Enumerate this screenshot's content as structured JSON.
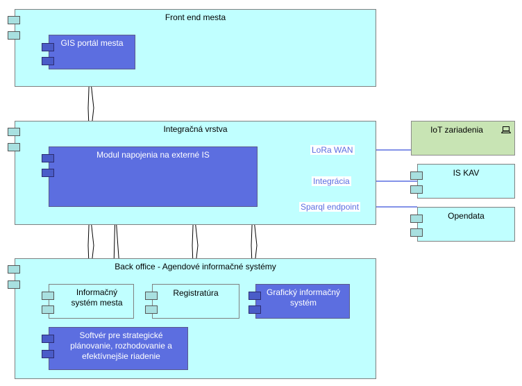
{
  "nodes": {
    "front_end": "Front end mesta",
    "gis_portal": "GIS portál mesta",
    "integration_layer": "Integračná vrstva",
    "connector_module": "Modul napojenia na externé IS",
    "back_office": "Back office - Agendové informačné systémy",
    "city_is": "Informačný systém mesta",
    "registry": "Registratúra",
    "graphic_is": "Grafický informačný systém",
    "planning_software": "Softvér pre strategické plánovanie, rozhodovanie a efektívnejšie riadenie",
    "iot_devices": "IoT zariadenia",
    "is_kav": "IS KAV",
    "opendata": "Opendata"
  },
  "edges": {
    "lora_wan": "LoRa WAN",
    "integration": "Integrácia",
    "sparql_endpoint": "Sparql endpoint"
  },
  "icons": {
    "iot_devices": "laptop-icon",
    "component_tag": "component-tab-icon"
  },
  "colors": {
    "container_fill": "#c0ffff",
    "component_fill": "#5c6ee0",
    "device_fill": "#c8e4b4",
    "connector_line": "#5a6ee0"
  }
}
